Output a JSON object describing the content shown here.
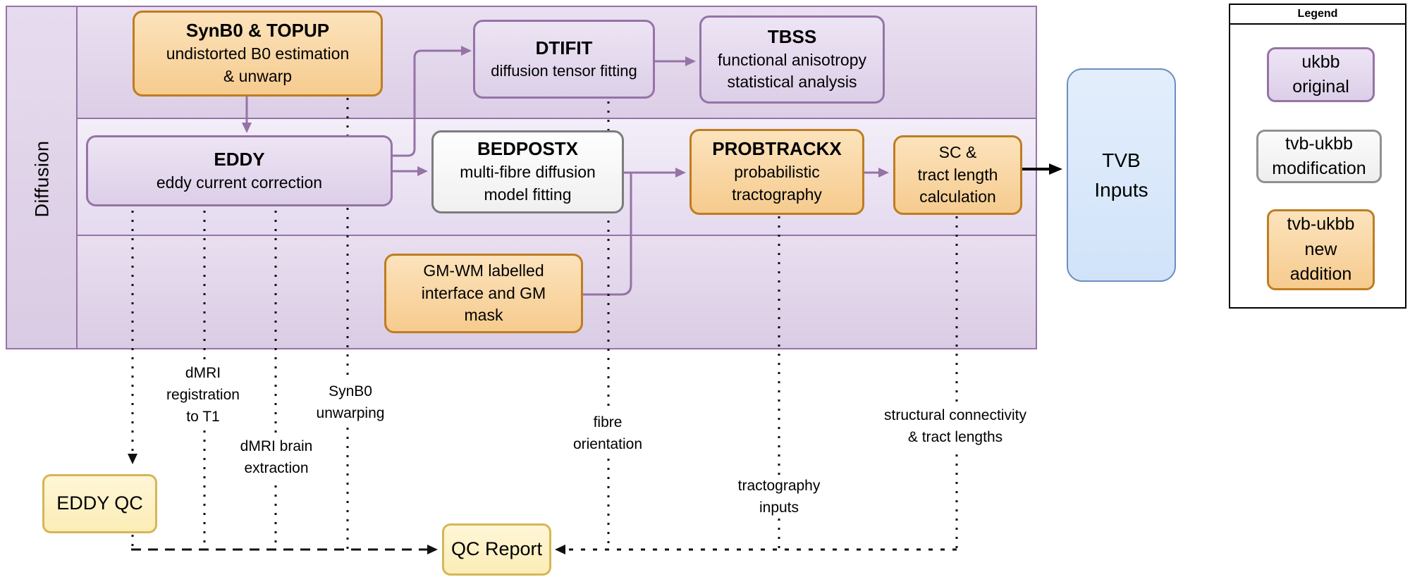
{
  "colors": {
    "purple": "#9673A6",
    "orange_border": "#BE7D22",
    "grey_border": "#7C7C7C",
    "blue_border": "#6C8EBF",
    "yellow_border": "#D6B656",
    "line_black": "#111111"
  },
  "sidebar": {
    "label": "Diffusion"
  },
  "nodes": {
    "synb0": {
      "title": "SynB0 & TOPUP",
      "body": "undistorted B0 estimation\n& unwarp"
    },
    "dtifit": {
      "title": "DTIFIT",
      "body": "diffusion tensor fitting"
    },
    "tbss": {
      "title": "TBSS",
      "body": "functional anisotropy\nstatistical analysis"
    },
    "eddy": {
      "title": "EDDY",
      "body": "eddy current correction"
    },
    "bedpostx": {
      "title": "BEDPOSTX",
      "body": "multi-fibre diffusion\nmodel fitting"
    },
    "probtrackx": {
      "title": "PROBTRACKX",
      "body": "probabilistic\ntractography"
    },
    "sc": {
      "body": "SC &\ntract length\ncalculation"
    },
    "gmwm": {
      "body": "GM-WM labelled\ninterface and GM\nmask"
    },
    "tvb": {
      "body": "TVB\nInputs"
    },
    "eddy_qc": {
      "body": "EDDY QC"
    },
    "qc_report": {
      "body": "QC Report"
    }
  },
  "flow_labels": {
    "dmri_registration": "dMRI\nregistration\nto T1",
    "dmri_brain_extraction": "dMRI brain\nextraction",
    "synb0_unwarping": "SynB0\nunwarping",
    "fibre_orientation": "fibre\norientation",
    "tractography_inputs": "tractography\ninputs",
    "structural_connectivity": "structural connectivity\n& tract lengths"
  },
  "legend": {
    "title": "Legend",
    "items": [
      {
        "label": "ukbb\noriginal"
      },
      {
        "label": "tvb-ukbb\nmodification"
      },
      {
        "label": "tvb-ukbb\nnew\naddition"
      }
    ]
  }
}
